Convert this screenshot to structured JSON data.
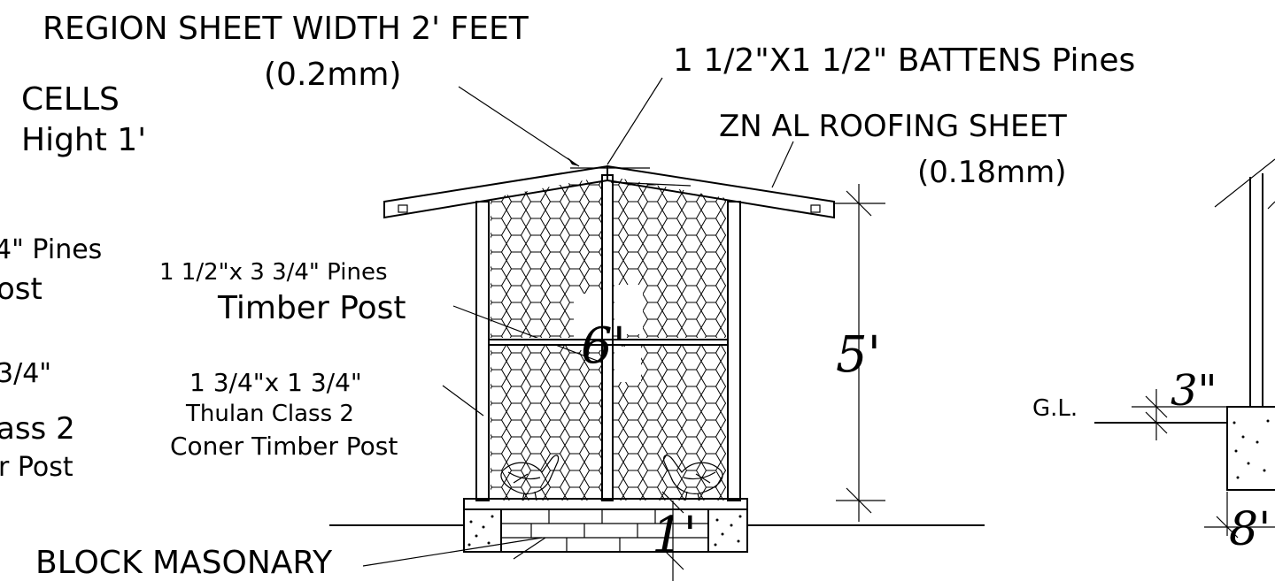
{
  "labels": {
    "region_sheet": "REGION SHEET WIDTH 2' FEET",
    "region_sheet_thk": "(0.2mm)",
    "battens": "1 1/2\"X1 1/2\" BATTENS Pines",
    "zn_sheet": "ZN AL ROOFING SHEET",
    "zn_sheet_thk": "(0.18mm)",
    "cells": "CELLS",
    "cells_height": "Hight 1'",
    "left_cut_pines": "4\" Pines",
    "left_cut_post": "ost",
    "left_cut_frac": "3/4\"",
    "left_cut_class": "ass 2",
    "left_cut_post2": "r Post",
    "timber_post_size": "1 1/2\"x 3 3/4\" Pines",
    "timber_post": "Timber Post",
    "corner_size": "1 3/4\"x 1 3/4\"",
    "corner_class": "Thulan Class 2",
    "corner_post": "Coner Timber Post",
    "block_masonry": "BLOCK MASONARY",
    "ground_level": "G.L."
  },
  "dimensions": {
    "height_5": "5'",
    "height_6": "6'",
    "base_1": "1'",
    "side_3in": "3\"",
    "side_8": "8'"
  }
}
